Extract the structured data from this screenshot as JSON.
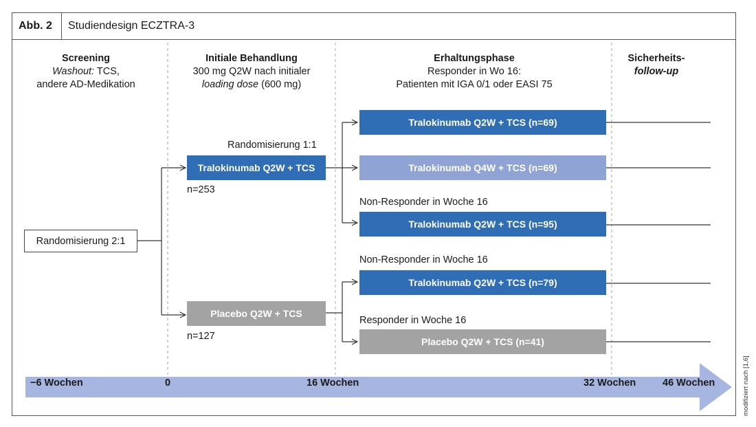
{
  "header": {
    "abb": "Abb. 2",
    "title": "Studiendesign ECZTRA-3"
  },
  "phases": [
    {
      "title": "Screening",
      "line1_em": "Washout:",
      "line1_rest": " TCS,",
      "line2": "andere AD-Medikation"
    },
    {
      "title": "Initiale Behandlung",
      "line1": "300 mg Q2W nach initialer",
      "line2_em": "loading dose",
      "line2_rest": " (600 mg)"
    },
    {
      "title": "Erhaltungsphase",
      "line1": "Responder in Wo 16:",
      "line2": "Patienten mit IGA 0/1 oder EASI 75"
    },
    {
      "title": "Sicherheits-",
      "title2": "follow-up"
    }
  ],
  "randomization_start": "Randomisierung 2:1",
  "randomization_maintenance": "Randomisierung 1:1",
  "initial_arms": [
    {
      "label": "Tralokinumab Q2W + TCS",
      "n": "n=253"
    },
    {
      "label": "Placebo Q2W + TCS",
      "n": "n=127"
    }
  ],
  "maintenance_arms": [
    {
      "label": "Tralokinumab Q2W + TCS (n=69)"
    },
    {
      "label": "Tralokinumab Q4W + TCS (n=69)"
    },
    {
      "label": "Tralokinumab Q2W + TCS (n=95)",
      "note": "Non-Responder in Woche 16"
    },
    {
      "label": "Tralokinumab Q2W + TCS (n=79)",
      "note": "Non-Responder in Woche 16"
    },
    {
      "label": "Placebo Q2W + TCS (n=41)",
      "note": "Responder in Woche 16"
    }
  ],
  "timeline": [
    "−6 Wochen",
    "0",
    "16 Wochen",
    "32 Wochen",
    "46 Wochen"
  ],
  "source_note": "modifiziert nach [1,6]",
  "colors": {
    "blue": "#2f6db4",
    "light_blue": "#8fa4d4",
    "grey": "#a3a3a3",
    "timeline": "#a6b6e0"
  }
}
